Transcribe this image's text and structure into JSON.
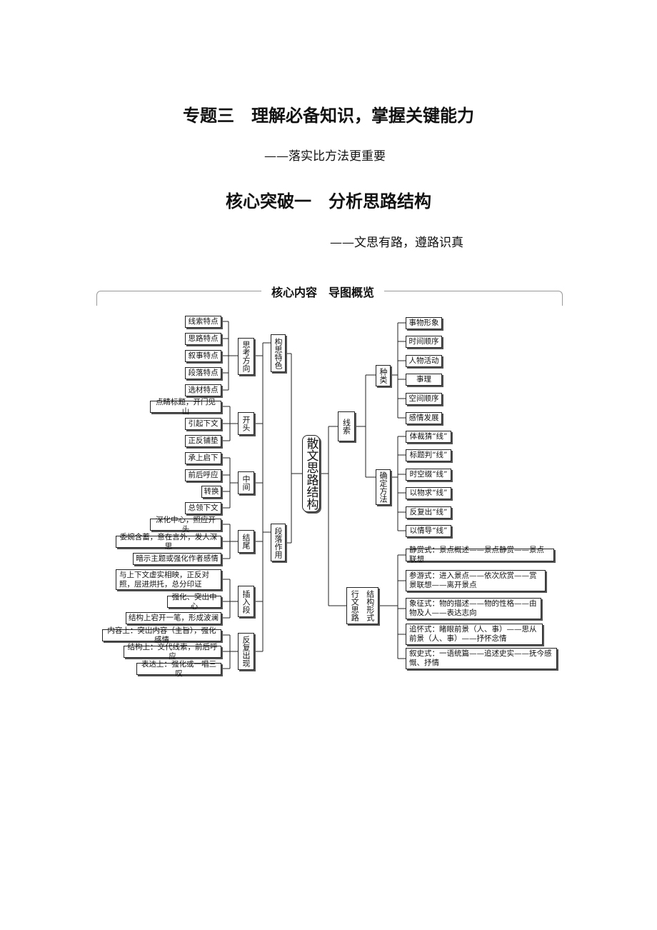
{
  "header": {
    "title": "专题三　理解必备知识，掌握关键能力",
    "subtitle": "——落实比方法更重要",
    "section_title": "核心突破一　分析思路结构",
    "section_subtitle": "——文思有路，遵路识真"
  },
  "map": {
    "frame_title": "核心内容　导图概览",
    "center": "散文思路结构",
    "left": {
      "goucheng": {
        "label": "构思特色",
        "sub": {
          "label": "思考方向",
          "items": [
            "线索特点",
            "思路特点",
            "叙事特点",
            "段落特点",
            "选材特点"
          ]
        }
      },
      "duanluo": {
        "label": "段落作用",
        "groups": [
          {
            "label": "开头",
            "items": [
              "点睛标题，开门见山",
              "引起下文",
              "正反铺垫"
            ]
          },
          {
            "label": "中间",
            "items": [
              "承上启下",
              "前后呼应",
              "转换",
              "总领下文"
            ]
          },
          {
            "label": "结尾",
            "items": [
              "深化中心，照应开头",
              "委婉含蓄，意在言外，发人深思",
              "暗示主题或强化作者感情"
            ]
          },
          {
            "label": "插入段",
            "items": [
              "与上下文虚实相映，正反对照，层进烘托，总分印证",
              "强化、突出中心",
              "结构上宕开一笔，形成波澜"
            ]
          },
          {
            "label": "反复出现",
            "items": [
              "内容上：突出内容（主旨），强化感情",
              "结构上：交代线索，前后呼应",
              "表达上：强化或一唱三叹"
            ]
          }
        ]
      }
    },
    "right": {
      "xiansuo": {
        "label": "线索",
        "groups": [
          {
            "label": "种类",
            "items": [
              "事物形象",
              "时间顺序",
              "人物活动",
              "事理",
              "空间顺序",
              "感情发展"
            ]
          },
          {
            "label": "确定方法",
            "items": [
              "体裁猜“线”",
              "标题判“线”",
              "时空缀“线”",
              "以物求“线”",
              "反复出“线”",
              "以情导“线”"
            ]
          }
        ]
      },
      "xingwen": {
        "label": "行文思路",
        "sub_label": "结构形式",
        "items": [
          "静赏式：景点概述——景点静赏——景点联想",
          "参游式：进入景点——依次欣赏——赏景联想——离开景点",
          "象征式：物的描述——物的性格——由物及人——表达志向",
          "追怀式：睹眼前景（人、事）——思从前景（人、事）——抒怀念情",
          "叙史式：一语统篇——追述史实——抚今感慨、抒情"
        ]
      }
    }
  }
}
